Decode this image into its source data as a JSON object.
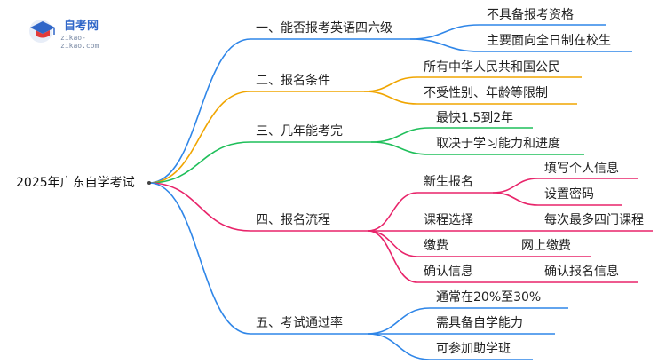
{
  "logo": {
    "name": "自考网",
    "domain": "zikao-zikao.com"
  },
  "root": "2025年广东自学考试",
  "branches": [
    {
      "label": "一、能否报考英语四六级",
      "color": "#2f86e8",
      "children": [
        {
          "label": "不具备报考资格"
        },
        {
          "label": "主要面向全日制在校生"
        }
      ]
    },
    {
      "label": "二、报名条件",
      "color": "#f0a500",
      "children": [
        {
          "label": "所有中华人民共和国公民"
        },
        {
          "label": "不受性别、年龄等限制"
        }
      ]
    },
    {
      "label": "三、几年能考完",
      "color": "#1fbf5a",
      "children": [
        {
          "label": "最快1.5到2年"
        },
        {
          "label": "取决于学习能力和进度"
        }
      ]
    },
    {
      "label": "四、报名流程",
      "color": "#e8246a",
      "children": [
        {
          "label": "新生报名",
          "children": [
            {
              "label": "填写个人信息"
            },
            {
              "label": "设置密码"
            }
          ]
        },
        {
          "label": "课程选择",
          "children": [
            {
              "label": "每次最多四门课程"
            }
          ]
        },
        {
          "label": "缴费",
          "children": [
            {
              "label": "网上缴费"
            }
          ]
        },
        {
          "label": "确认信息",
          "children": [
            {
              "label": "确认报名信息"
            }
          ]
        }
      ]
    },
    {
      "label": "五、考试通过率",
      "color": "#2f86e8",
      "children": [
        {
          "label": "通常在20%至30%"
        },
        {
          "label": "需具备自学能力"
        },
        {
          "label": "可参加助学班"
        }
      ]
    }
  ]
}
